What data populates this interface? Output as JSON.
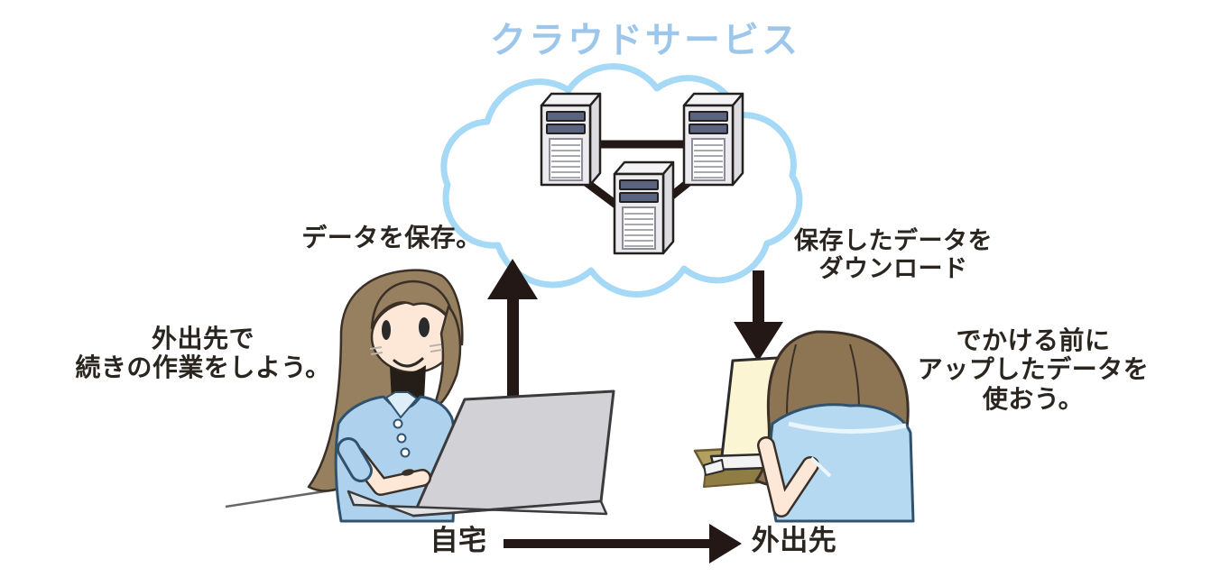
{
  "diagram": {
    "title": "クラウドサービス",
    "labels": {
      "save": "データを保存。",
      "download": "保存したデータを\nダウンロード",
      "home_thought": "外出先で\n続きの作業をしよう。",
      "away_thought": "でかける前に\nアップしたデータを\n使おう。",
      "home": "自宅",
      "away": "外出先"
    },
    "icons": {
      "cloud": "cloud-shape",
      "servers": "server-tower-icon ×3 (networked)",
      "arrow_up": "upload-arrow ▲",
      "arrow_down": "download-arrow ▼",
      "arrow_right": "home-to-away-arrow ►",
      "left_person": "woman-with-laptop-at-home",
      "right_person": "woman-with-laptop-away"
    },
    "colors": {
      "title_blue": "#9cc7ea",
      "cloud_outline": "#a5d9f5",
      "text_dark": "#2b2520",
      "arrow_black": "#231815",
      "server_body": "#ececf0",
      "server_bar_navy": "#5a6380",
      "shirt_blue": "#aed2ee",
      "shirt_blue_right": "#b5d9f0",
      "hair_brown": "#96805f",
      "hair_brown_right": "#8d7553",
      "skin": "#fde8d8",
      "laptop_gray": "#d2d2d6",
      "screen_pale_yellow": "#fbf5d3",
      "desk_tan": "#b3a05e"
    }
  }
}
